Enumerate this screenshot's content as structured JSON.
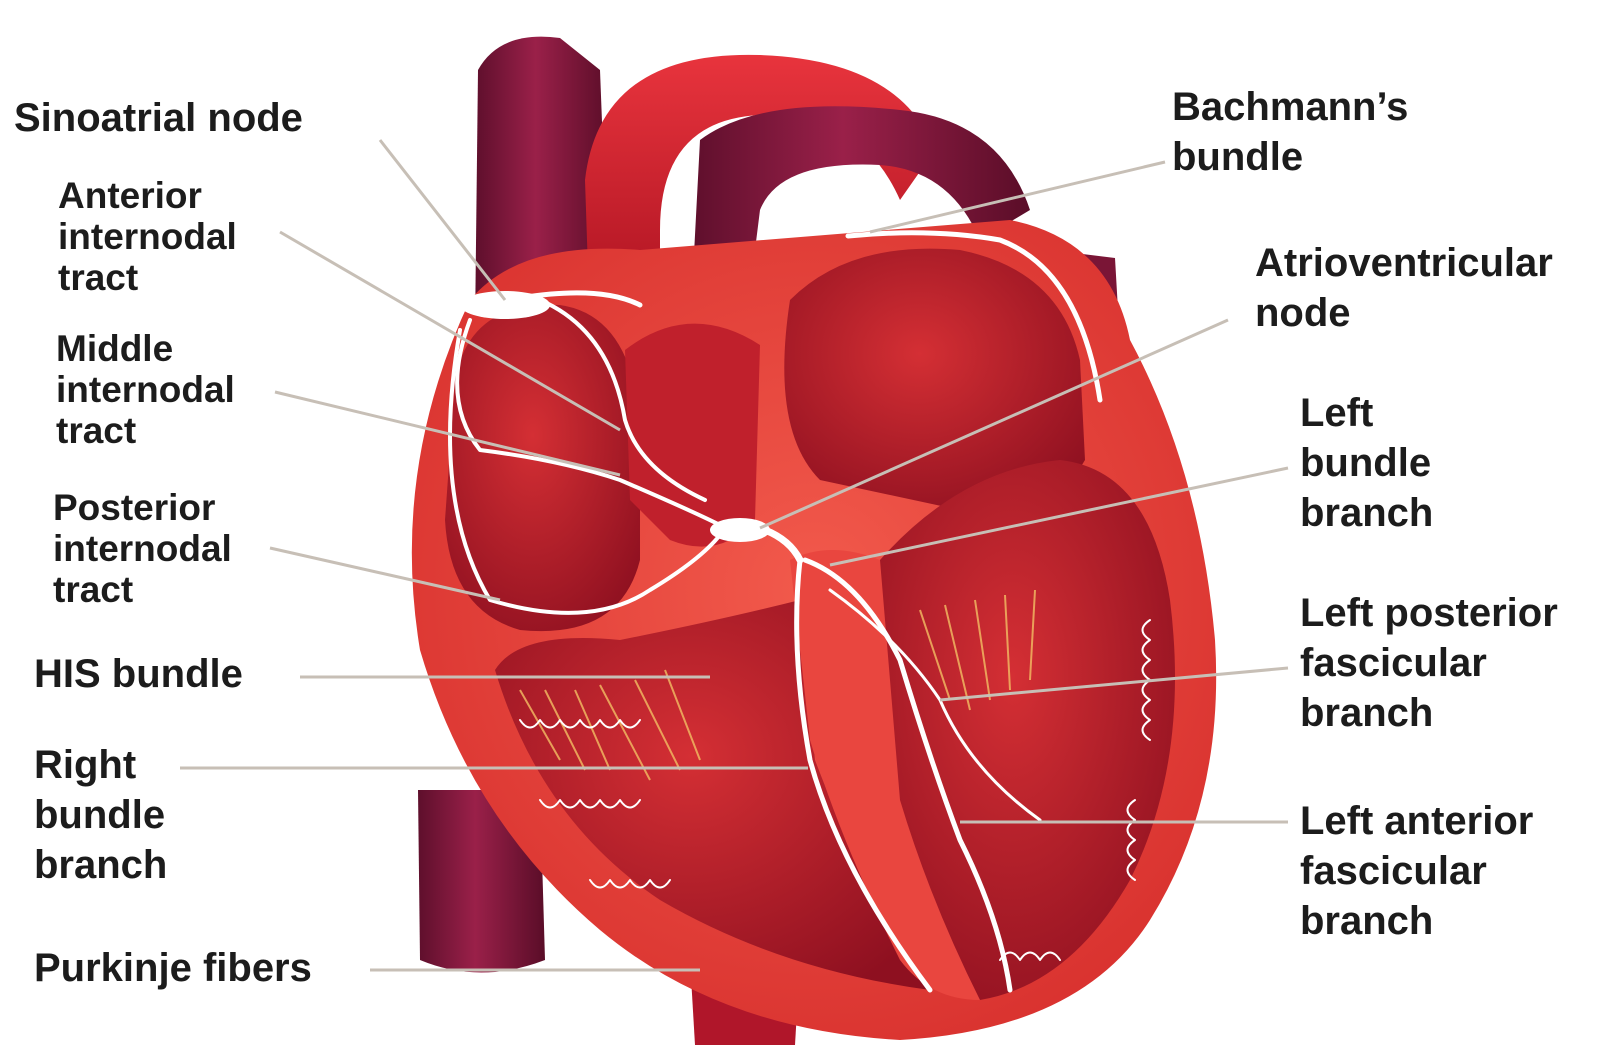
{
  "colors": {
    "background": "#ffffff",
    "label_text": "#1c1c1c",
    "leader_line": "#c7bfb6",
    "heart_wall": "#ee3f3a",
    "chamber_inner": "#b21822",
    "vessel": "#7a1536",
    "conduction_pathway": "#ffffff"
  },
  "labels": {
    "sinoatrial_node": {
      "lines": [
        "Sinoatrial node"
      ]
    },
    "anterior_internodal_tract": {
      "lines": [
        "Anterior",
        "internodal",
        "tract"
      ]
    },
    "middle_internodal_tract": {
      "lines": [
        "Middle",
        "internodal",
        "tract"
      ]
    },
    "posterior_internodal_tract": {
      "lines": [
        "Posterior",
        "internodal",
        "tract"
      ]
    },
    "his_bundle": {
      "lines": [
        "HIS bundle"
      ]
    },
    "right_bundle_branch": {
      "lines": [
        "Right",
        "bundle",
        "branch"
      ]
    },
    "purkinje_fibers": {
      "lines": [
        "Purkinje fibers"
      ]
    },
    "bachmanns_bundle": {
      "lines": [
        "Bachmann’s",
        "bundle"
      ]
    },
    "atrioventricular_node": {
      "lines": [
        "Atrioventricular",
        "node"
      ]
    },
    "left_bundle_branch": {
      "lines": [
        "Left",
        "bundle",
        "branch"
      ]
    },
    "left_posterior_fascicular_branch": {
      "lines": [
        "Left posterior",
        "fascicular",
        "branch"
      ]
    },
    "left_anterior_fascicular_branch": {
      "lines": [
        "Left anterior",
        "fascicular",
        "branch"
      ]
    }
  }
}
